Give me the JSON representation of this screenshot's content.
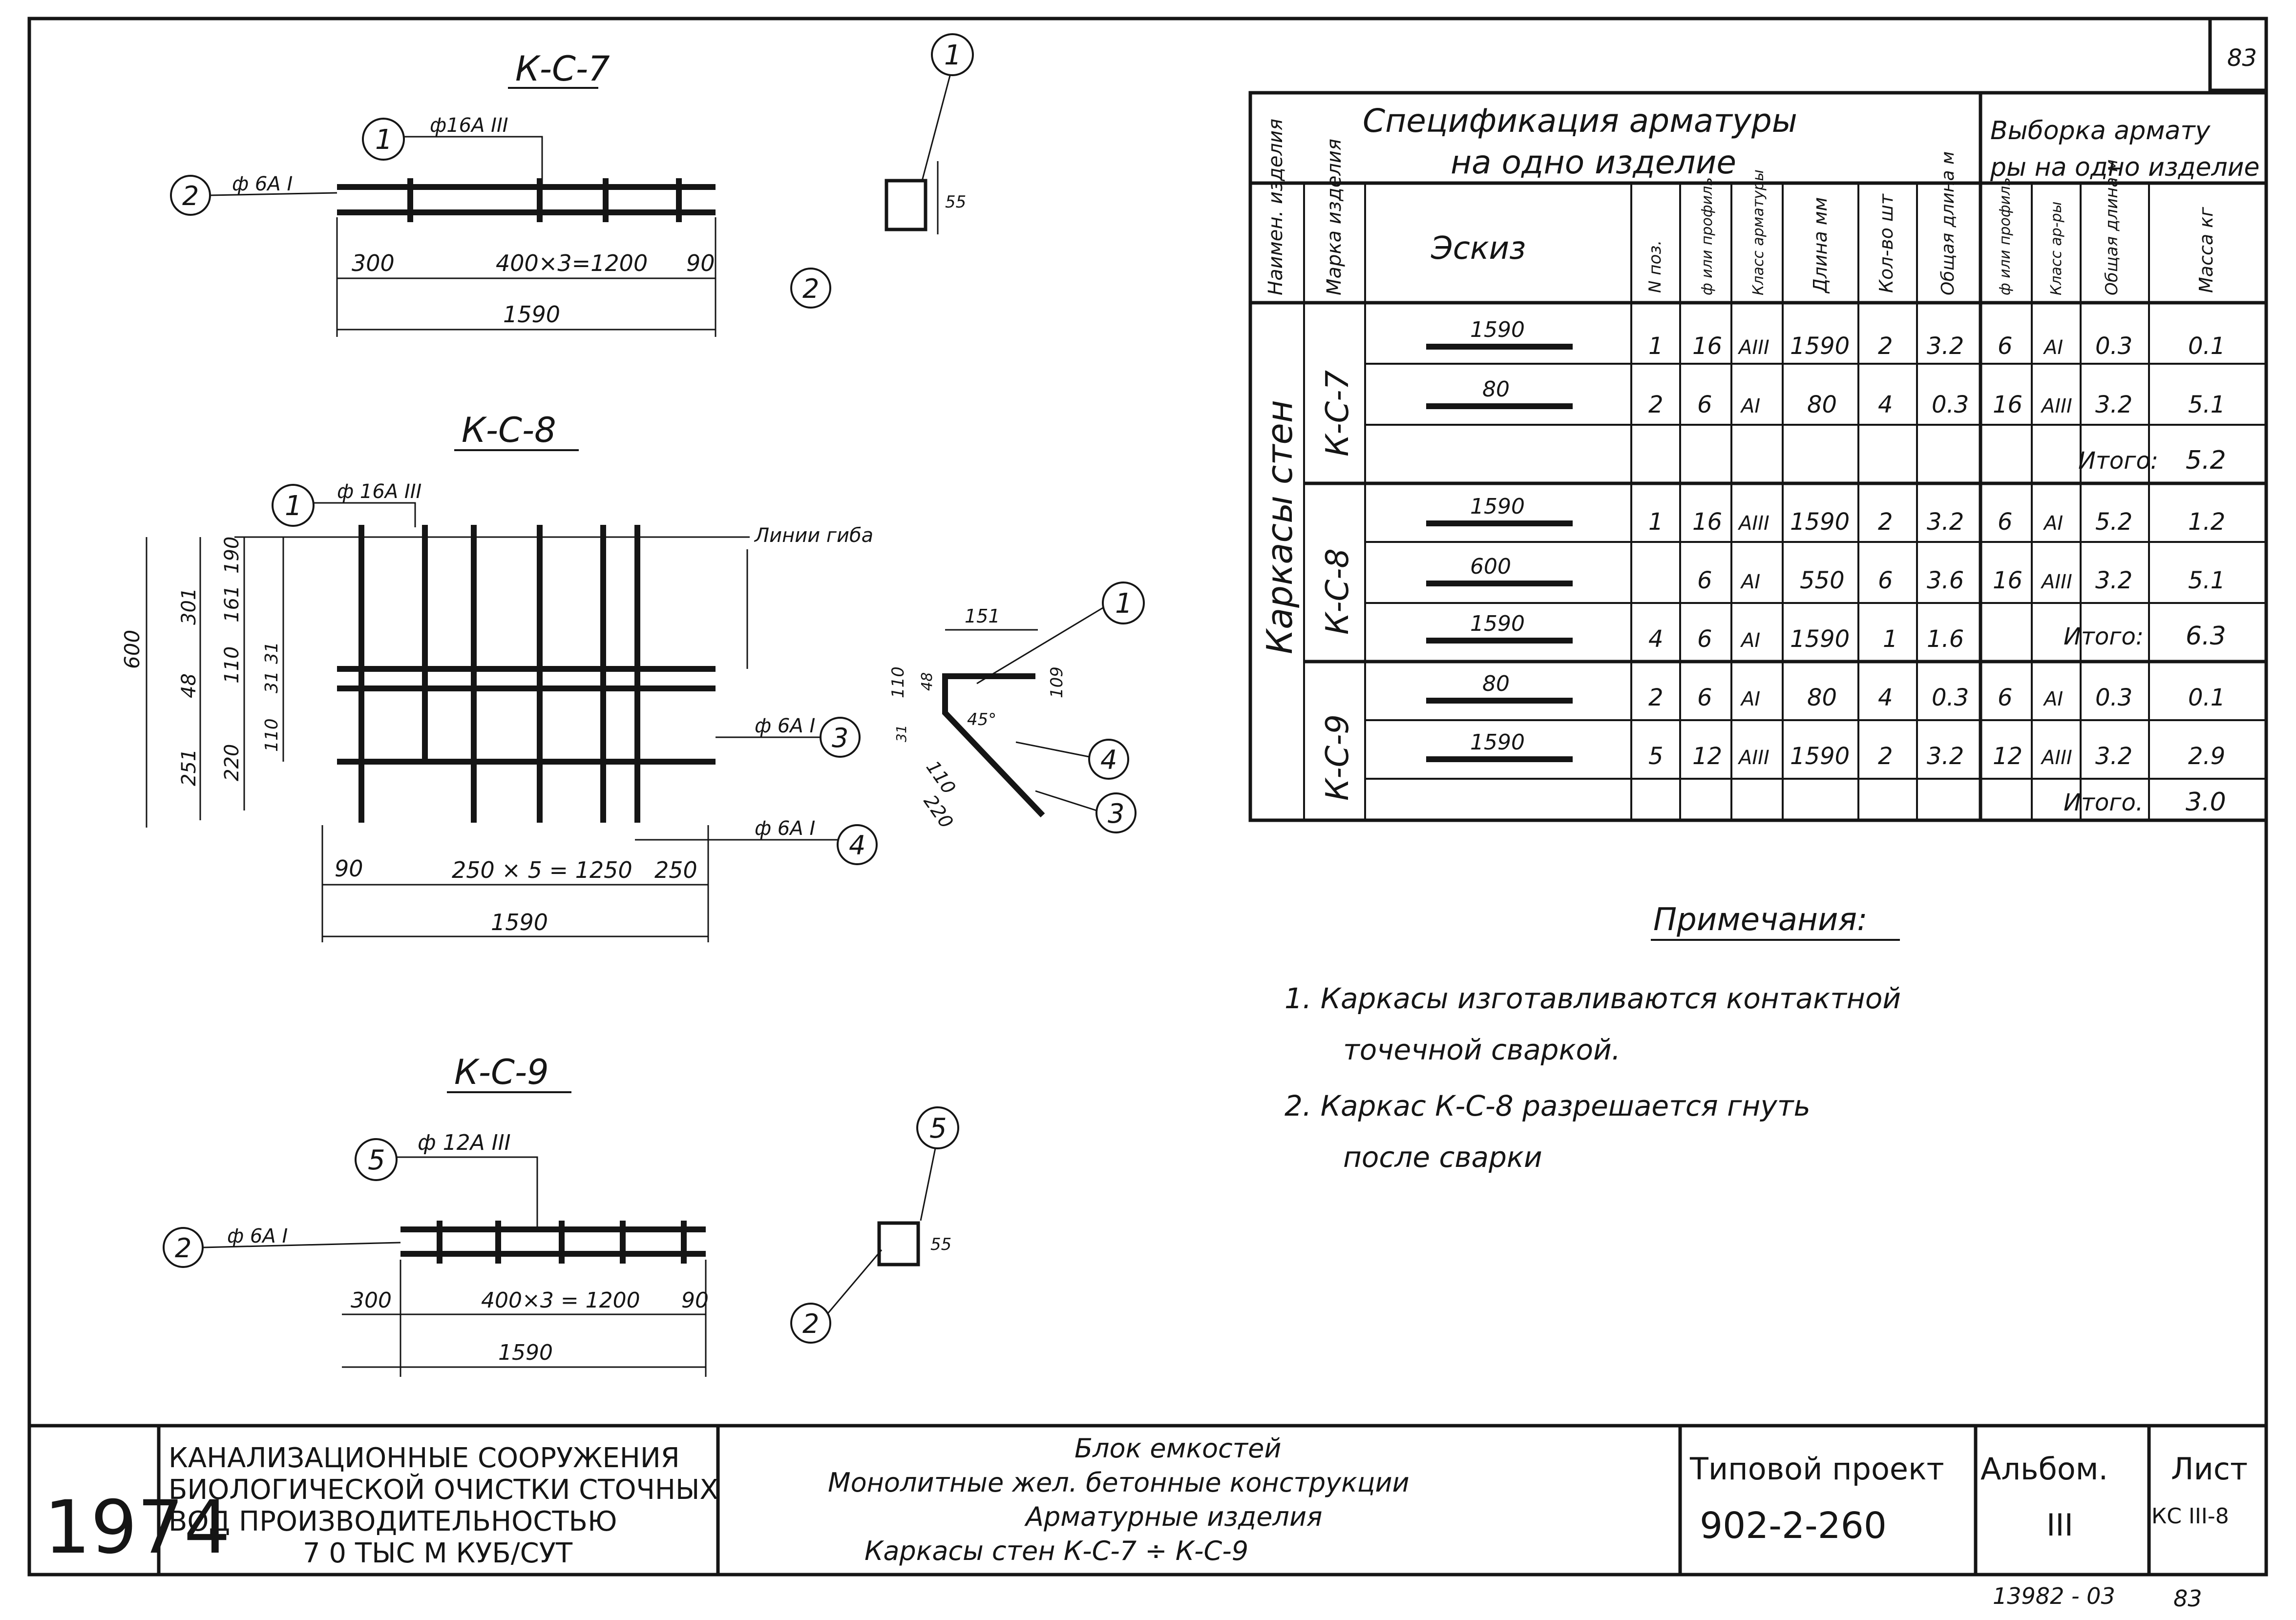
{
  "sheet": {
    "page_number": "83",
    "page_footer": "83",
    "doc_code": "13982 - 03"
  },
  "drawings": {
    "kc7": {
      "title": "К-С-7",
      "rebar1": "ф16А III",
      "rebar2": "ф 6А I",
      "dim_left": "300",
      "dim_mid": "400×3=1200",
      "dim_right": "90",
      "dim_total": "1590",
      "mark1": "1",
      "mark2": "2",
      "sec_dim": "55"
    },
    "kc8": {
      "title": "К-С-8",
      "rebar1": "ф 16А III",
      "rebar3": "ф 6А I",
      "rebar4": "ф 6А I",
      "line_note": "Линии гибa",
      "dim_height": "600",
      "dims_left": [
        "251",
        "48",
        "301",
        "110",
        "161",
        "190",
        "220",
        "110",
        "31",
        "31"
      ],
      "dim_left": "90",
      "dim_mid": "250 × 5 = 1250",
      "dim_right": "250",
      "dim_total": "1590",
      "bend_dims": [
        "151",
        "110",
        "48",
        "109",
        "31",
        "110",
        "220"
      ],
      "angle": "45°",
      "mark1": "1",
      "mark3": "3",
      "mark4": "4"
    },
    "kc9": {
      "title": "К-С-9",
      "rebar5": "ф 12А III",
      "rebar2": "ф 6А I",
      "dim_left": "300",
      "dim_mid": "400×3 = 1200",
      "dim_right": "90",
      "dim_total": "1590",
      "mark5": "5",
      "mark2": "2",
      "sec_dim": "55"
    }
  },
  "spec": {
    "title1": "Спецификация арматуры",
    "title2": "на одно изделие",
    "title_right1": "Выборка армату",
    "title_right2": "ры на одно изделие",
    "headers": [
      "Наимен. изделия",
      "Марка изделия",
      "Эскиз",
      "N поз.",
      "ф или профиль",
      "Класс арматуры",
      "Длина мм",
      "Кол-во шт",
      "Общая длина м",
      "ф или профиль",
      "Класс ар-ры",
      "Общая длина м",
      "Масса кг"
    ],
    "group_label": "Каркасы стен",
    "items": [
      {
        "mark": "К-С-7",
        "rows": [
          {
            "sketch": "1590",
            "pos": "1",
            "dia": "16",
            "cls": "АIII",
            "len": "1590",
            "qty": "2",
            "total": "3.2",
            "s_dia": "6",
            "s_cls": "АI",
            "s_len": "0.3",
            "s_mass": "0.1"
          },
          {
            "sketch": "80",
            "pos": "2",
            "dia": "6",
            "cls": "АI",
            "len": "80",
            "qty": "4",
            "total": "0.3",
            "s_dia": "16",
            "s_cls": "АIII",
            "s_len": "3.2",
            "s_mass": "5.1"
          },
          {
            "sketch": "",
            "pos": "",
            "dia": "",
            "cls": "",
            "len": "",
            "qty": "",
            "total": "",
            "s_dia": "",
            "s_cls": "",
            "s_len": "",
            "s_mass": "5.2",
            "itogo": "Итого:"
          }
        ]
      },
      {
        "mark": "К-С-8",
        "rows": [
          {
            "sketch": "1590",
            "pos": "1",
            "dia": "16",
            "cls": "АIII",
            "len": "1590",
            "qty": "2",
            "total": "3.2",
            "s_dia": "6",
            "s_cls": "АI",
            "s_len": "5.2",
            "s_mass": "1.2"
          },
          {
            "sketch": "600",
            "pos": "",
            "dia": "6",
            "cls": "АI",
            "len": "550",
            "qty": "6",
            "total": "3.6",
            "s_dia": "16",
            "s_cls": "АIII",
            "s_len": "3.2",
            "s_mass": "5.1"
          },
          {
            "sketch": "1590",
            "pos": "4",
            "dia": "6",
            "cls": "АI",
            "len": "1590",
            "qty": "1",
            "total": "1.6",
            "s_dia": "",
            "s_cls": "",
            "s_len": "",
            "s_mass": "6.3",
            "itogo": "Итого:"
          }
        ]
      },
      {
        "mark": "К-С-9",
        "rows": [
          {
            "sketch": "80",
            "pos": "2",
            "dia": "6",
            "cls": "АI",
            "len": "80",
            "qty": "4",
            "total": "0.3",
            "s_dia": "6",
            "s_cls": "АI",
            "s_len": "0.3",
            "s_mass": "0.1"
          },
          {
            "sketch": "1590",
            "pos": "5",
            "dia": "12",
            "cls": "АIII",
            "len": "1590",
            "qty": "2",
            "total": "3.2",
            "s_dia": "12",
            "s_cls": "АIII",
            "s_len": "3.2",
            "s_mass": "2.9"
          },
          {
            "sketch": "",
            "pos": "",
            "dia": "",
            "cls": "",
            "len": "",
            "qty": "",
            "total": "",
            "s_dia": "",
            "s_cls": "",
            "s_len": "",
            "s_mass": "3.0",
            "itogo": "Итого."
          }
        ]
      }
    ]
  },
  "notes": {
    "heading": "Примечания:",
    "items": [
      "1. Каркасы изготавливаются контактной",
      "точечной сваркой.",
      "2. Каркас К-С-8 разрешается гнуть",
      "после сварки"
    ]
  },
  "title_block": {
    "year": "1974",
    "org": [
      "КАНАЛИЗАЦИОННЫЕ СООРУЖЕНИЯ",
      "БИОЛОГИЧЕСКОЙ ОЧИСТКИ СТОЧНЫХ",
      "ВОД ПРОИЗВОДИТЕЛЬНОСТЬЮ",
      "7 0 ТЫС М КУБ/СУТ"
    ],
    "desc": [
      "Блок емкостей",
      "Монолитные жел. бетонные конструкции",
      "Арматурные изделия",
      "Каркасы стен К-С-7 ÷ К-С-9"
    ],
    "project_label": "Типовой проект",
    "project_number": "902-2-260",
    "album_label": "Альбом.",
    "album_number": "III",
    "sheet_label": "Лист",
    "sheet_number": "КС III-8"
  }
}
